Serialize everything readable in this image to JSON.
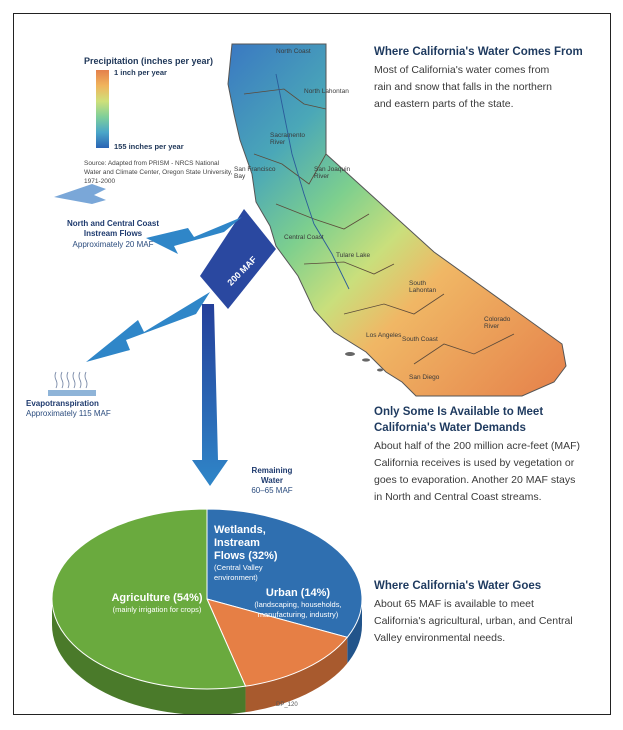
{
  "legend": {
    "title": "Precipitation (inches per year)",
    "top_label": "1 inch per year",
    "bottom_label": "155 inches per year",
    "source": "Source: Adapted from PRISM - NRCS National Water and Climate Center, Oregon State University, 1971-2000"
  },
  "map": {
    "labels": {
      "north_coast": "North Coast",
      "north_lahontan": "North Lahontan",
      "sacramento_river": "Sacramento River",
      "san_francisco": "San Francisco Bay",
      "san_joaquin": "San Joaquin River",
      "central_coast": "Central Coast",
      "tulare_lake": "Tulare Lake",
      "south_lahontan": "South Lahontan",
      "south_coast": "South Coast",
      "colorado_river": "Colorado River",
      "los_angeles": "Los Angeles",
      "san_diego": "San Diego"
    }
  },
  "sections": {
    "comes_from": {
      "heading": "Where California's Water Comes From",
      "lines": [
        "Most of California's water comes from",
        "rain and snow that falls in the northern",
        "and eastern parts of the state."
      ]
    },
    "available": {
      "heading_lines": [
        "Only Some Is Available to Meet",
        "California's Water Demands"
      ],
      "lines": [
        "About half of the 200 million acre-feet (MAF)",
        "California receives is used by vegetation or",
        "goes to evaporation. Another 20 MAF stays",
        "in North and Central Coast streams."
      ]
    },
    "goes": {
      "heading": "Where California's Water Goes",
      "lines": [
        "About 65 MAF is available to meet",
        "California's agricultural, urban, and Central",
        "Valley environmental needs."
      ]
    }
  },
  "flows": {
    "total": "200 MAF",
    "coast": {
      "lines": [
        "North and Central Coast",
        "Instream Flows"
      ],
      "sub": "Approximately 20 MAF"
    },
    "evapo": {
      "label": "Evapotranspiration",
      "sub": "Approximately 115 MAF"
    },
    "remaining": {
      "lines": [
        "Remaining",
        "Water"
      ],
      "sub": "60–65 MAF"
    }
  },
  "pie": {
    "wetlands": {
      "lines": [
        "Wetlands,",
        "Instream",
        "Flows (32%)"
      ],
      "sub": "(Central Valley environment)",
      "value": 32,
      "color": "#2f6fb0"
    },
    "urban": {
      "title": "Urban (14%)",
      "sub_lines": [
        "(landscaping, households,",
        "manufacturing, industry)"
      ],
      "value": 14,
      "color": "#e67f45"
    },
    "agriculture": {
      "title": "Agriculture (54%)",
      "sub": "(mainly irrigation for crops)",
      "value": 54,
      "color": "#6aaa3e"
    },
    "code": "DP_120"
  },
  "colors": {
    "arrow": "#2850a8",
    "arrow_light": "#2f86c8",
    "heading": "#1e3a5f"
  }
}
